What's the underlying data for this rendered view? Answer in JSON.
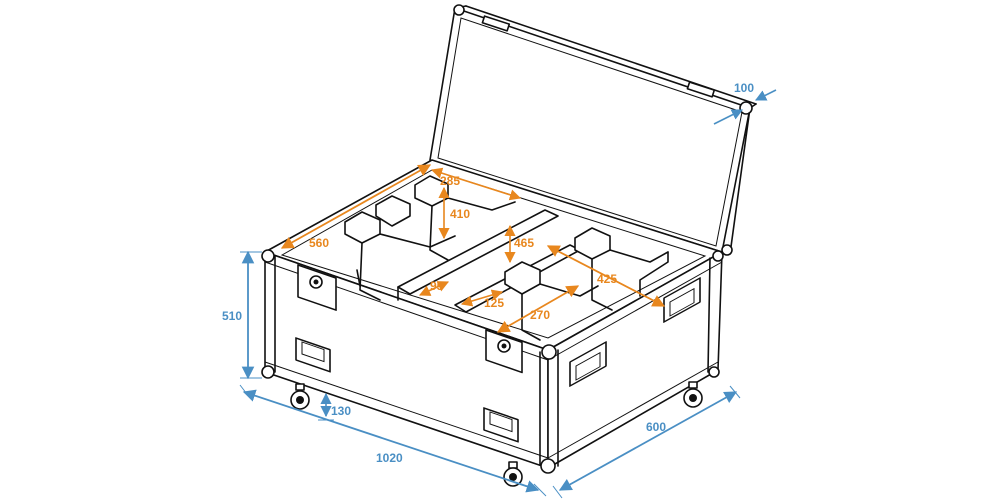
{
  "colors": {
    "outline": "#111111",
    "exterior_dimension": "#4a8fc4",
    "interior_dimension": "#e8871e"
  },
  "exterior_dimensions": {
    "height": "510",
    "length": "1020",
    "depth": "600",
    "wheel_height": "130",
    "lid_thickness": "100"
  },
  "interior_dimensions": {
    "inner_length": "560",
    "compartment_width": "285",
    "compartment_height": "410",
    "divider_height": "465",
    "gap_small": "95",
    "gap_mid": "125",
    "compartment_depth": "270",
    "right_compartment_width": "425"
  }
}
